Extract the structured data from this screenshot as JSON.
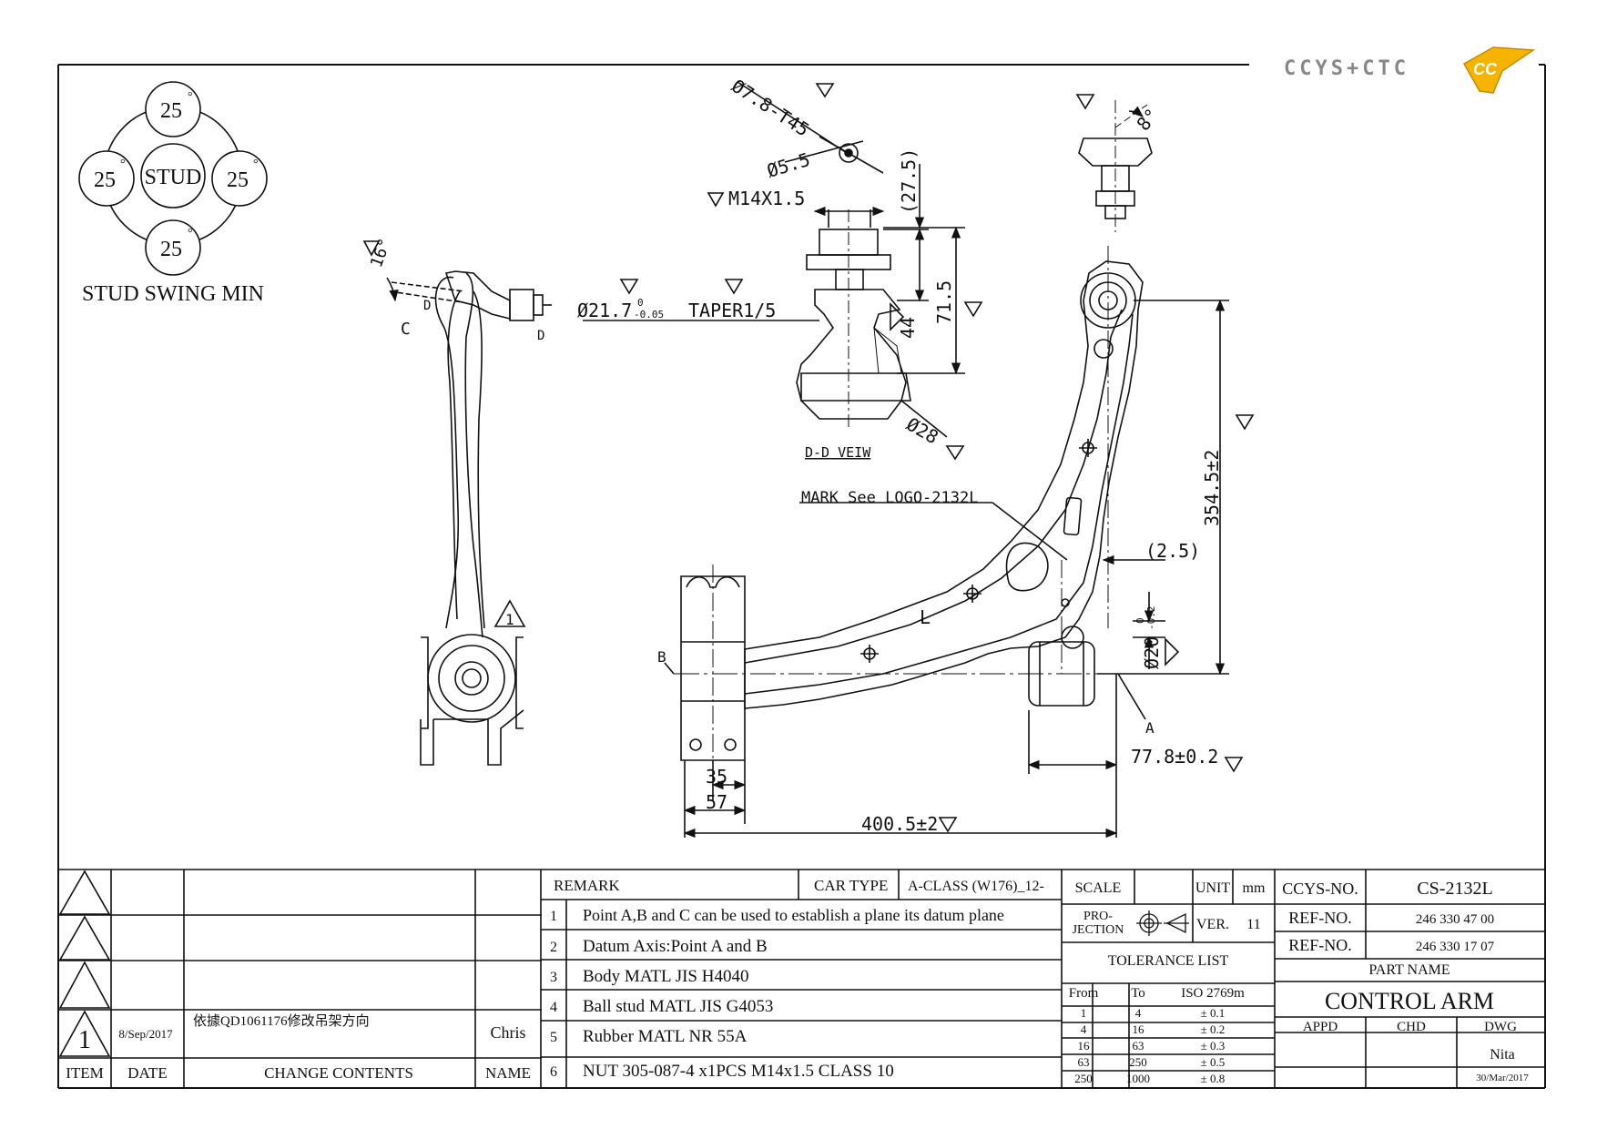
{
  "logo": {
    "text": "CCYS+CTC",
    "mark": "CC"
  },
  "stud_swing": {
    "center": "STUD",
    "angles": [
      "25",
      "25",
      "25",
      "25"
    ],
    "degree": "°",
    "caption": "STUD SWING MIN"
  },
  "detail": {
    "dim_78": "Ø7.8-T45",
    "dim_55": "Ø5.5",
    "dim_m14": "M14X1.5",
    "dim_275": "(27.5)",
    "dim_217": "Ø21.7",
    "dim_217_tol_upper": "0",
    "dim_217_tol_lower": "-0.05",
    "dim_taper": "TAPER1/5",
    "dim_44": "44",
    "dim_715": "71.5",
    "dim_28": "Ø28",
    "view_label": "D-D VEIW"
  },
  "side_view": {
    "angle": "16°",
    "point_c": "C",
    "point_d1": "D",
    "point_d2": "D",
    "rev_marker": "1"
  },
  "main_view": {
    "mark_note": "MARK See LOGO-2132L",
    "dim_3545": "354.5±2",
    "dim_25": "(2.5)",
    "dim_20": "Ø20",
    "dim_20_tol_upper": "0",
    "dim_20_tol_lower": "-0.2",
    "dim_778": "77.8±0.2",
    "dim_35": "35",
    "dim_57": "57",
    "dim_4005": "400.5±2",
    "point_a": "A",
    "point_b": "B",
    "side_mark": "L"
  },
  "revision_table": {
    "rows": [
      {
        "item": "",
        "date": "",
        "content": "",
        "name": ""
      },
      {
        "item": "",
        "date": "",
        "content": "",
        "name": ""
      },
      {
        "item": "",
        "date": "",
        "content": "",
        "name": ""
      },
      {
        "item": "1",
        "date": "8/Sep/2017",
        "content": "依據QD1061176修改吊架方向",
        "name": "Chris"
      }
    ],
    "headers": {
      "item": "ITEM",
      "date": "DATE",
      "content": "CHANGE CONTENTS",
      "name": "NAME"
    }
  },
  "remarks": {
    "header": "REMARK",
    "car_type_label": "CAR TYPE",
    "car_type_value": "A-CLASS (W176)_12-",
    "items": [
      {
        "num": "1",
        "text": "Point A,B and C can be used to establish a plane its datum plane"
      },
      {
        "num": "2",
        "text": "Datum Axis:Point A and B"
      },
      {
        "num": "3",
        "text": "Body MATL JIS H4040"
      },
      {
        "num": "4",
        "text": "Ball stud MATL JIS G4053"
      },
      {
        "num": "5",
        "text": "Rubber MATL NR 55A"
      },
      {
        "num": "6",
        "text": "NUT 305-087-4 x1PCS  M14x1.5  CLASS 10"
      }
    ]
  },
  "scale_block": {
    "scale_label": "SCALE",
    "scale_value": "",
    "unit_label": "UNIT",
    "unit_value": "mm",
    "projection_label_1": "PRO-",
    "projection_label_2": "JECTION",
    "ver_label": "VER.",
    "ver_value": "11"
  },
  "tolerance": {
    "title": "TOLERANCE LIST",
    "headers": [
      "From",
      "To",
      "ISO 2769m"
    ],
    "rows": [
      [
        "1",
        "4",
        "± 0.1"
      ],
      [
        "4",
        "16",
        "± 0.2"
      ],
      [
        "16",
        "63",
        "± 0.3"
      ],
      [
        "63",
        "250",
        "± 0.5"
      ],
      [
        "250",
        "1000",
        "± 0.8"
      ]
    ]
  },
  "title_block": {
    "ccys_label": "CCYS-NO.",
    "ccys_value": "CS-2132L",
    "ref1_label": "REF-NO.",
    "ref1_value": "246 330 47 00",
    "ref2_label": "REF-NO.",
    "ref2_value": "246 330 17 07",
    "part_name_label": "PART NAME",
    "part_name": "CONTROL ARM",
    "appd": "APPD",
    "chd": "CHD",
    "dwg": "DWG",
    "drawn_by": "Nita",
    "date": "30/Mar/2017"
  }
}
